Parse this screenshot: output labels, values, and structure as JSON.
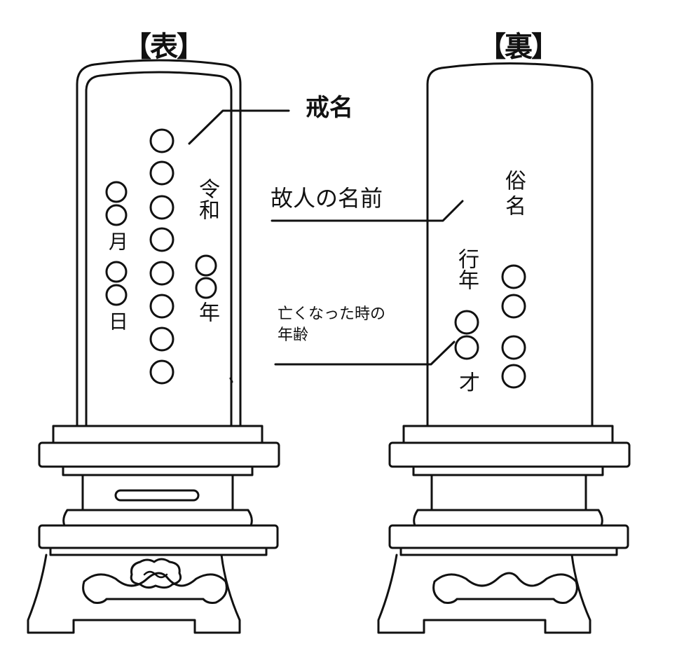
{
  "headings": {
    "front": "【表】",
    "back": "【裏】"
  },
  "labels": {
    "kaimyo": "戒名",
    "deceased_name": "故人の名前",
    "age_at_death_line1": "亡くなった時の",
    "age_at_death_line2": "年齢"
  },
  "front": {
    "era": "令和",
    "year_suffix": "年",
    "month": "月",
    "day": "日"
  },
  "back": {
    "zokumyo": "俗名",
    "gyonen": "行年",
    "age_suffix": "才"
  }
}
